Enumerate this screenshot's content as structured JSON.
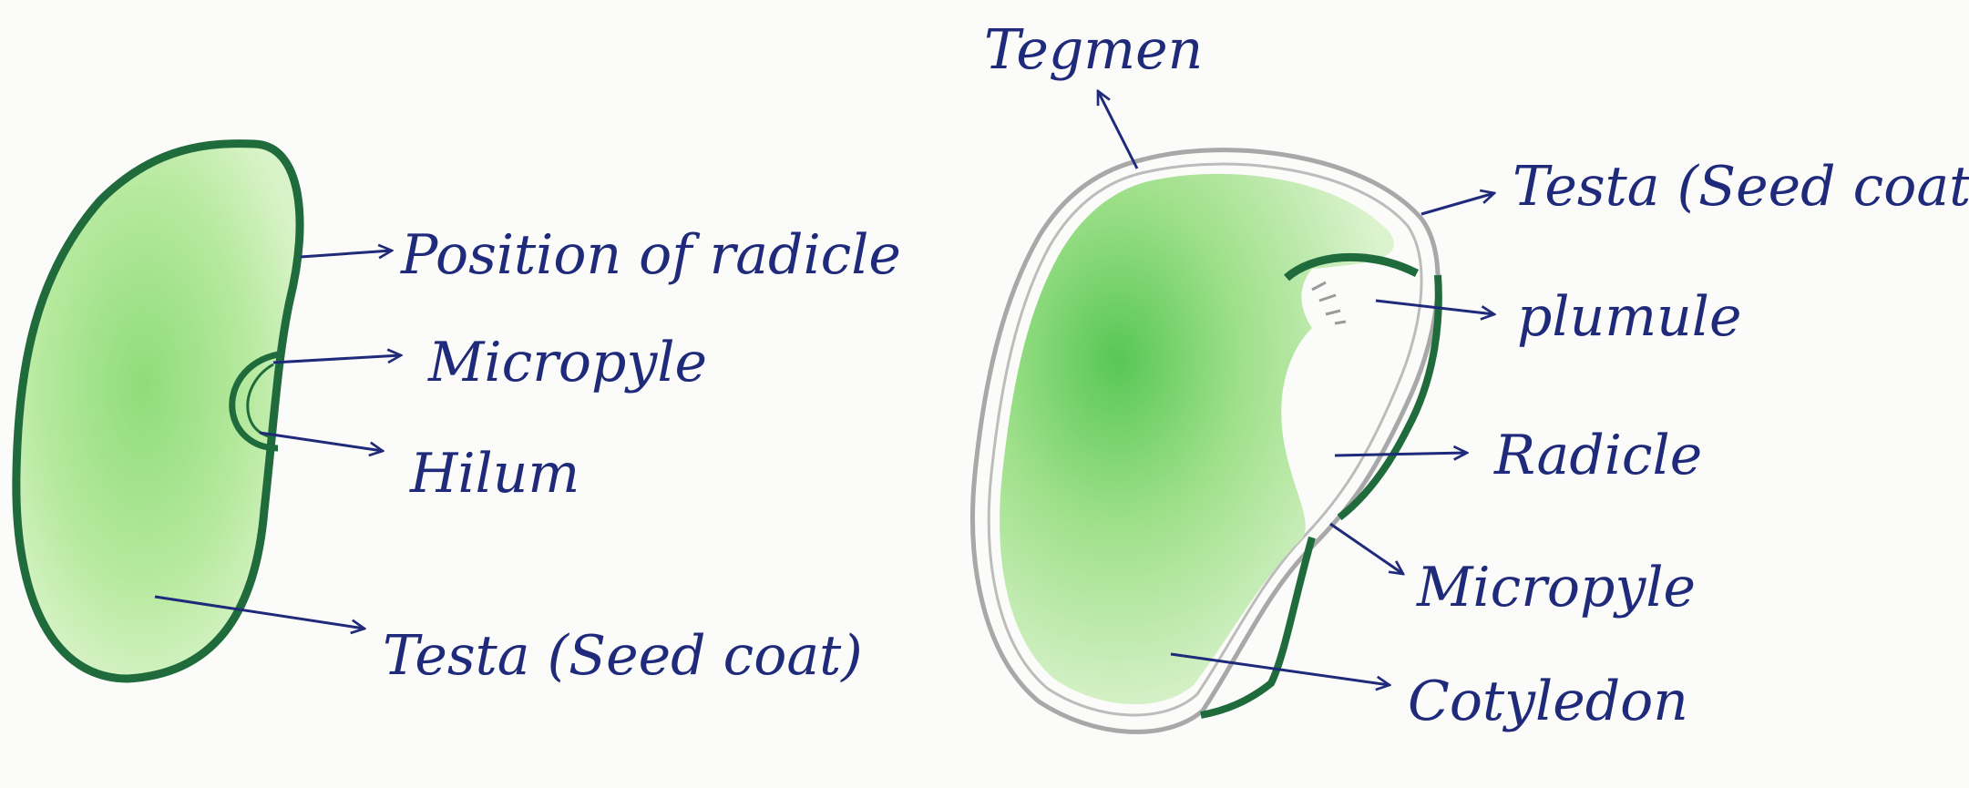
{
  "colors": {
    "ink": "#1f2a7a",
    "seed_fill": "#a6e28c",
    "seed_fill_dark": "#5fc95a",
    "seed_outline": "#1f6b3c",
    "pencil": "#a8a8a8",
    "paper": "#fbfbf9"
  },
  "external_seed": {
    "labels": {
      "radicle_position": "Position of radicle",
      "micropyle": "Micropyle",
      "hilum": "Hilum",
      "testa": "Testa (Seed coat)"
    }
  },
  "internal_seed": {
    "labels": {
      "tegmen": "Tegmen",
      "testa": "Testa (Seed coat)",
      "plumule": "plumule",
      "radicle": "Radicle",
      "micropyle": "Micropyle",
      "cotyledon": "Cotyledon"
    }
  }
}
